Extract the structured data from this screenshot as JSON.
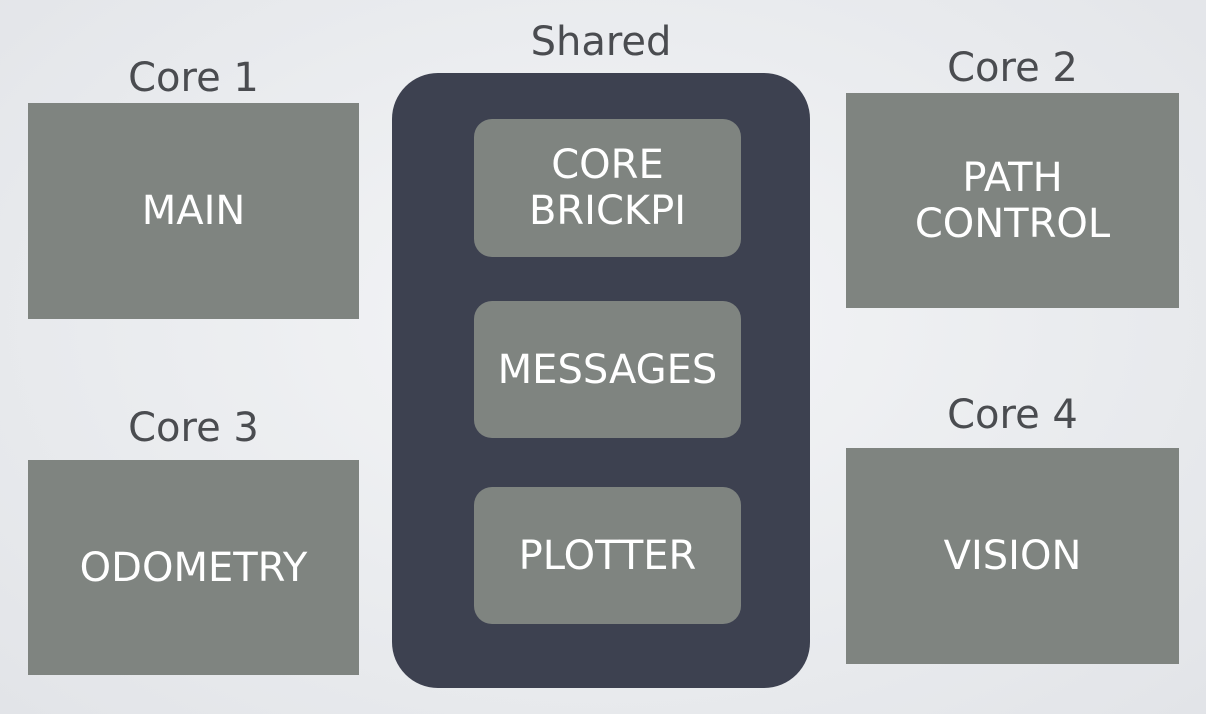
{
  "colors": {
    "background": "#e9ebee",
    "box_fill": "#7f8480",
    "shared_fill": "#3d4150",
    "label_text": "#4a4c50",
    "box_text": "#ffffff"
  },
  "cores": [
    {
      "label": "Core 1",
      "module": "MAIN"
    },
    {
      "label": "Core 2",
      "module": "PATH\nCONTROL"
    },
    {
      "label": "Core 3",
      "module": "ODOMETRY"
    },
    {
      "label": "Core 4",
      "module": "VISION"
    }
  ],
  "shared": {
    "label": "Shared",
    "modules": [
      {
        "name": "CORE\nBRICKPI"
      },
      {
        "name": "MESSAGES"
      },
      {
        "name": "PLOTTER"
      }
    ]
  }
}
